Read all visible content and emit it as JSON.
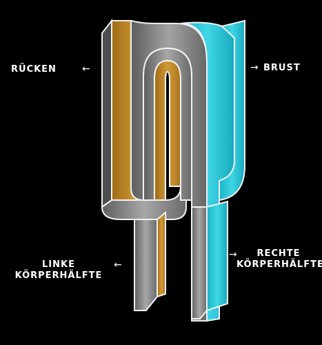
{
  "labels": {
    "ruecken": "RÜCKEN",
    "brust": "BRUST",
    "linke_line1": "LINKE",
    "linke_line2": "KÖRPERHÄLFTE",
    "rechte_line1": "RECHTE",
    "rechte_line2": "KÖRPERHÄLFTE"
  },
  "arrows": {
    "left": "←",
    "right": "→"
  },
  "colors": {
    "background": "#000000",
    "gold": "#c8902a",
    "gray": "#8c8c8c",
    "cyan": "#22c4d6",
    "outline": "#f2f2f2"
  }
}
